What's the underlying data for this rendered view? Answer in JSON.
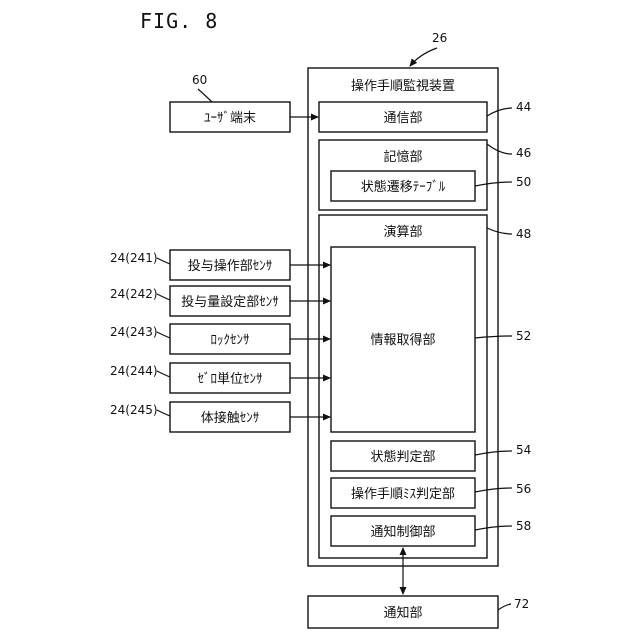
{
  "figure": {
    "title": "FIG. 8"
  },
  "monitor": {
    "title": "操作手順監視装置",
    "ref": "26"
  },
  "user_terminal": {
    "label": "ﾕｰｻﾞ端末",
    "ref": "60"
  },
  "comm_unit": {
    "label": "通信部",
    "ref": "44"
  },
  "storage_unit": {
    "label": "記憶部",
    "ref": "46"
  },
  "state_table": {
    "label": "状態遷移ﾃｰﾌﾞﾙ",
    "ref": "50"
  },
  "compute_unit": {
    "label": "演算部",
    "ref": "48"
  },
  "info_acq": {
    "label": "情報取得部",
    "ref": "52"
  },
  "state_judge": {
    "label": "状態判定部",
    "ref": "54"
  },
  "mistake_judge": {
    "label": "操作手順ﾐｽ判定部",
    "ref": "56"
  },
  "notify_ctrl": {
    "label": "通知制御部",
    "ref": "58"
  },
  "notify_unit": {
    "label": "通知部",
    "ref": "72"
  },
  "sensors": [
    {
      "label": "投与操作部ｾﾝｻ",
      "ref": "24(241)"
    },
    {
      "label": "投与量設定部ｾﾝｻ",
      "ref": "24(242)"
    },
    {
      "label": "ﾛｯｸｾﾝｻ",
      "ref": "24(243)"
    },
    {
      "label": "ｾﾞﾛ単位ｾﾝｻ",
      "ref": "24(244)"
    },
    {
      "label": "体接触ｾﾝｻ",
      "ref": "24(245)"
    }
  ]
}
